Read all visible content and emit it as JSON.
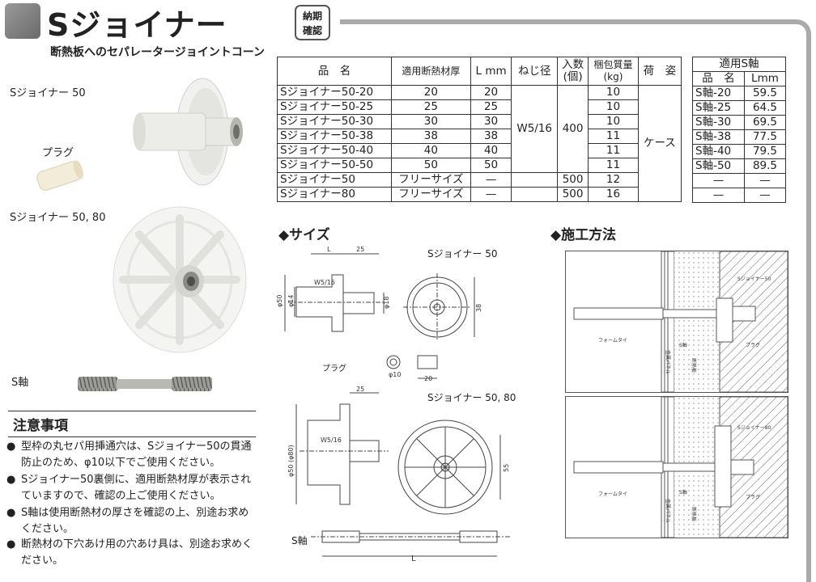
{
  "header": {
    "title": "Sジョイナー",
    "subtitle": "断熱板へのセパレータージョイントコーン",
    "delivery_badge": [
      "納期",
      "確認"
    ]
  },
  "product_labels": {
    "joiner50": "Sジョイナー 50",
    "plug": "プラグ",
    "joiner5080": "Sジョイナー 50, 80",
    "s_shaft": "S軸"
  },
  "spec_table": {
    "headers": [
      "品　名",
      "適用断熱材厚",
      "L mm",
      "ねじ径",
      "入数\n(個)",
      "梱包質量\n(kg)",
      "荷　姿"
    ],
    "rows": [
      [
        "Sジョイナー50-20",
        "20",
        "20",
        "10"
      ],
      [
        "Sジョイナー50-25",
        "25",
        "25",
        "10"
      ],
      [
        "Sジョイナー50-30",
        "30",
        "30",
        "10"
      ],
      [
        "Sジョイナー50-38",
        "38",
        "38",
        "11"
      ],
      [
        "Sジョイナー50-40",
        "40",
        "40",
        "11"
      ],
      [
        "Sジョイナー50-50",
        "50",
        "50",
        "11"
      ]
    ],
    "thread": "W5/16",
    "qty_main": "400",
    "package": "ケース",
    "extra_rows": [
      [
        "Sジョイナー50",
        "フリーサイズ",
        "—",
        "500",
        "12"
      ],
      [
        "Sジョイナー80",
        "フリーサイズ",
        "—",
        "500",
        "16"
      ]
    ]
  },
  "shaft_table": {
    "title": "適用S軸",
    "headers": [
      "品　名",
      "Lmm"
    ],
    "rows": [
      [
        "S軸-20",
        "59.5"
      ],
      [
        "S軸-25",
        "64.5"
      ],
      [
        "S軸-30",
        "69.5"
      ],
      [
        "S軸-38",
        "77.5"
      ],
      [
        "S軸-40",
        "79.5"
      ],
      [
        "S軸-50",
        "89.5"
      ],
      [
        "—",
        "—"
      ],
      [
        "—",
        "—"
      ]
    ]
  },
  "size_section": {
    "heading": "◆サイズ",
    "label50": "Sジョイナー 50",
    "label5080": "Sジョイナー 50, 80",
    "plug": "プラグ",
    "s_shaft": "S軸",
    "dims": {
      "L": "L",
      "d25": "25",
      "w516": "W5/16",
      "phi50": "φ50",
      "phi14": "φ14",
      "phi18": "φ18",
      "d38": "38",
      "phi10": "φ10",
      "d20": "20",
      "phi50_80": "φ50 (φ80)",
      "d55": "55"
    }
  },
  "method_section": {
    "heading": "◆施工方法",
    "labels": {
      "joiner50": "Sジョイナー50",
      "joiner80": "Sジョイナー80",
      "form_tie": "フォームタイ",
      "s_shaft": "S軸",
      "panel": "金属パネル",
      "insulation": "断熱板",
      "plug": "プラグ"
    }
  },
  "cautions": {
    "heading": "注意事項",
    "bullet": "●",
    "items": [
      "型枠の丸セパ用挿通穴は、Sジョイナー50の貫通防止のため、φ10以下でご使用ください。",
      "Sジョイナー50裏側に、適用断熱材厚が表示されていますので、確認の上ご使用ください。",
      "S軸は使用断熱材の厚さを確認の上、別途お求めください。",
      "断熱材の下穴あけ用の穴あけ具は、別途お求めください。"
    ]
  },
  "colors": {
    "title_square": "#7a7a7a",
    "bracket_gray": "#aaaaaa"
  }
}
